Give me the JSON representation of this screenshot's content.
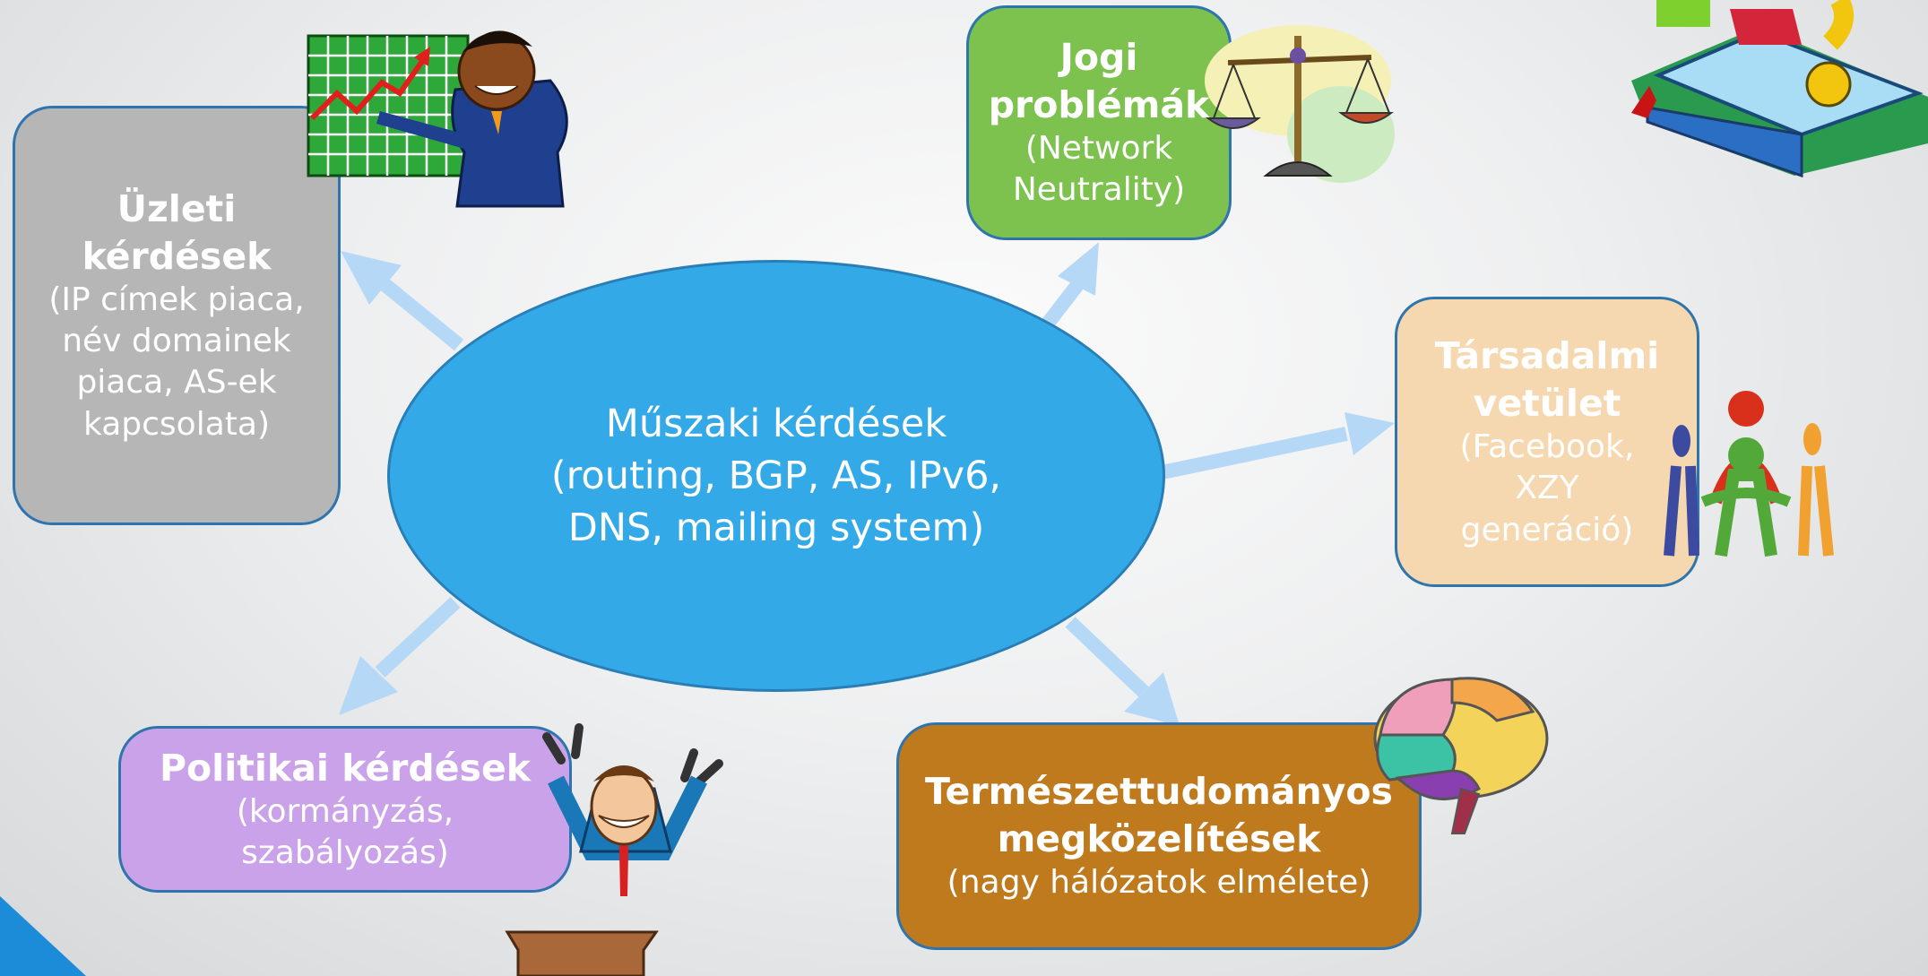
{
  "center": {
    "lines": [
      "Műszaki kérdések",
      "(routing, BGP, AS, IPv6,",
      "DNS, mailing system)"
    ]
  },
  "nodes": {
    "uzleti": {
      "title_lines": [
        "Üzleti",
        "kérdések"
      ],
      "sub_lines": [
        "(IP címek piaca,",
        "név domainek",
        "piaca, AS-ek",
        "kapcsolata)"
      ]
    },
    "jogi": {
      "title_lines": [
        "Jogi",
        "problémák"
      ],
      "sub_lines": [
        "(Network",
        "Neutrality)"
      ]
    },
    "tarsadalmi": {
      "title_lines": [
        "Társadalmi",
        "vetület"
      ],
      "sub_lines": [
        "(Facebook,",
        "XZY",
        "generáció)"
      ]
    },
    "politikai": {
      "title_lines": [
        "Politikai kérdések"
      ],
      "sub_lines": [
        "(kormányzás,",
        "szabályozás)"
      ]
    },
    "termeszet": {
      "title_lines": [
        "Természettudományos",
        "megközelítések"
      ],
      "sub_lines": [
        "(nagy hálózatok elmélete)"
      ]
    }
  },
  "colors": {
    "center": "#33a9e8",
    "uzleti": "#b6b6b6",
    "jogi": "#7dc24f",
    "tarsadalmi": "#f6d8b0",
    "politikai": "#c9a2e9",
    "termeszet": "#bf7a1d",
    "arrow": "#b5d8f6",
    "border": "#2f74ad"
  },
  "clipart": [
    "business-chart-man-image",
    "scales-of-justice-image",
    "book-image",
    "people-holding-hands-image",
    "politician-at-podium-image",
    "brain-image"
  ]
}
